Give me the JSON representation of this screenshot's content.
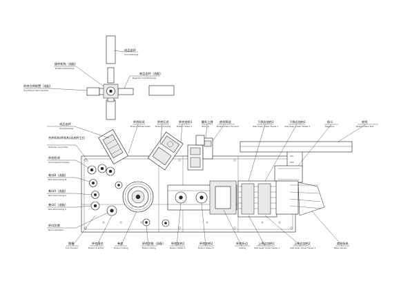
{
  "labels": {
    "cup_discharge_top": {
      "zh": "成品出杯",
      "en": "Cup Discharge"
    },
    "rotating_mechanism": {
      "zh": "旋转机构（选配）",
      "en": "Rotating Mechanism"
    },
    "rejection_discharge": {
      "zh": "废品出杯（选配）",
      "en": "Rejection Cup Discharge"
    },
    "cup_bottom_drier": {
      "zh": "杯底点焊装置（选配）",
      "en": "Cup Bottom Drier Injection"
    },
    "cup_discharge_left": {
      "zh": "成品出杯",
      "en": "Cup Discharge"
    },
    "defective_outlet": {
      "zh": "合杯机构/杯机构/无底杯工位",
      "en": "Defective Cup Outlet"
    },
    "cup_inspection": {
      "zh": "杯底检测",
      "en": "Cup Inspection Device"
    },
    "brim_curling_b": {
      "zh": "卷口B（选配）",
      "en": "Brim Roll Curling B"
    },
    "brim_curling_a": {
      "zh": "卷口A（选配）",
      "en": "Brim Roll Curling A"
    },
    "brim_curling_c": {
      "zh": "卷口C（选配）",
      "en": "Brim Roll Curling C"
    },
    "brim_lubrication": {
      "zh": "杯口润滑",
      "en": "Brim Lubrication"
    },
    "cup_transfer": {
      "zh": "脱模",
      "en": "Cup Transfer"
    },
    "bottom_knurling": {
      "zh": "杯底滚花",
      "en": "Bottom Knurling"
    },
    "bottom_curling": {
      "zh": "卷底",
      "en": "Bottom Curling"
    },
    "bottom_gluing": {
      "zh": "杯底涂胶（选配）",
      "en": "Bottom Gluing"
    },
    "bottom_heater_1": {
      "zh": "杯底加热1",
      "en": "Bottom Heater 1"
    },
    "bottom_heater_2": {
      "zh": "杯底加热2",
      "en": "Bottom Heater 2"
    },
    "folding": {
      "zh": "杯底折边",
      "en": "Folding"
    },
    "side_upper_heater_1": {
      "zh": "上侧边加热1",
      "en": "Side Seam Upper Heater 1"
    },
    "side_upper_heater_2": {
      "zh": "上侧边加热2",
      "en": "Side Seam Upper Heater 2"
    },
    "blank_suction": {
      "zh": "扇形吸纸",
      "en": "Blank Suction"
    },
    "bottom_airflow_outlet": {
      "zh": "杯底吹风",
      "en": "Bottom Airflow Outlet"
    },
    "bottom_knurling_top": {
      "zh": "杯底压花",
      "en": "Bottom Knurling"
    },
    "bottom_heater_top": {
      "zh": "杯底加热1",
      "en": "Bottom Heater 1"
    },
    "bottom_strip_up": {
      "zh": "翻料上移",
      "en": "Strip Up"
    },
    "bottom_prefeed": {
      "zh": "底纸预送",
      "en": "Bottom Paper Pre-feed"
    },
    "side_lower_heater_1": {
      "zh": "下侧边加热1",
      "en": "Side Seam Lower Heater 1"
    },
    "side_lower_heater_2": {
      "zh": "下侧边加热2",
      "en": "Side Seam Lower Heater 2"
    },
    "magazine": {
      "zh": "纸斗",
      "en": "Magazine"
    },
    "bottom_paper_roll": {
      "zh": "底纸",
      "en": "Bottom Paper Roll"
    }
  },
  "panel": {
    "on": "ON",
    "off": "OFF"
  }
}
